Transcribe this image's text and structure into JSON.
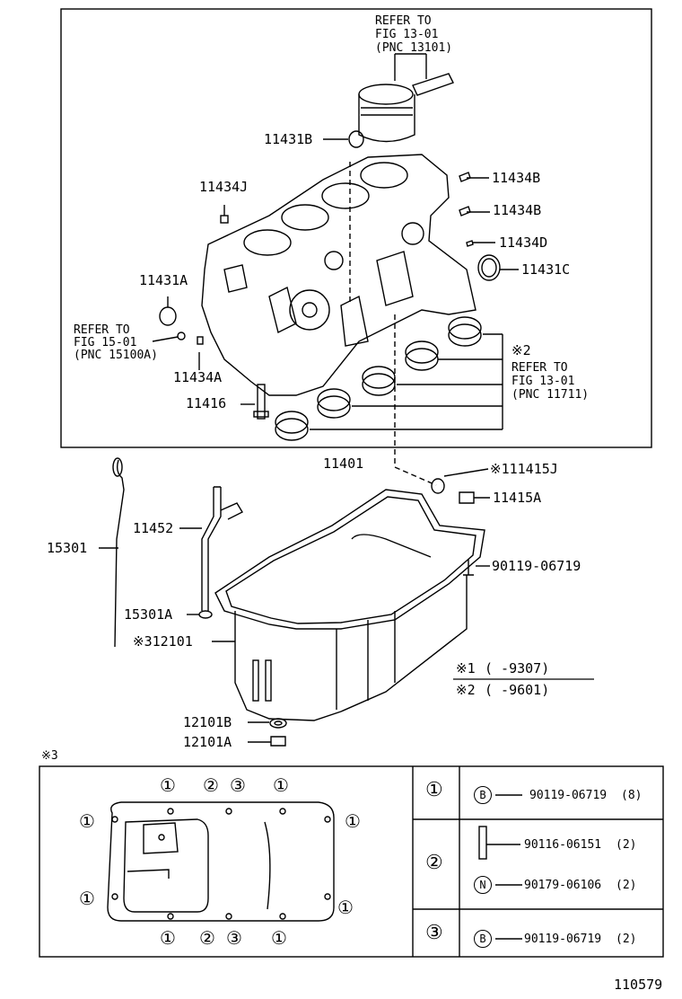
{
  "refs": {
    "piston_ref": [
      "REFER TO",
      "FIG 13-01",
      "(PNC 13101)"
    ],
    "fig15_ref": [
      "REFER TO",
      "FIG 15-01",
      "(PNC 15100A)"
    ],
    "bearing_ref": [
      "REFER TO",
      "FIG 13-01",
      "(PNC 11711)"
    ]
  },
  "parts": {
    "p11431B": "11431B",
    "p11434J": "11434J",
    "p11434B_1": "11434B",
    "p11434B_2": "11434B",
    "p11434D": "11434D",
    "p11431C": "11431C",
    "p11431A": "11431A",
    "p11434A": "11434A",
    "p11416": "11416",
    "p11401": "11401",
    "p111415J": "※111415J",
    "p11415A": "11415A",
    "p15301": "15301",
    "p11452": "11452",
    "p90119": "90119-06719",
    "p15301A": "15301A",
    "p312101": "※312101",
    "p12101B": "12101B",
    "p12101A": "12101A",
    "mark2": "※2"
  },
  "notes": {
    "n1_key": "※1",
    "n1_val": "(      -9307)",
    "n2_key": "※2",
    "n2_val": "(      -9601)"
  },
  "legend": {
    "title": "※3",
    "rows": [
      {
        "num": "①",
        "items": [
          {
            "letter": "B",
            "part": "90119-06719",
            "qty": "(8)"
          }
        ]
      },
      {
        "num": "②",
        "items": [
          {
            "letter": "",
            "part": "90116-06151",
            "qty": "(2)"
          },
          {
            "letter": "N",
            "part": "90179-06106",
            "qty": "(2)"
          }
        ]
      },
      {
        "num": "③",
        "items": [
          {
            "letter": "B",
            "part": "90119-06719",
            "qty": "(2)"
          }
        ]
      }
    ]
  },
  "pan_marks": {
    "top": [
      "①",
      "②",
      "③",
      "①"
    ],
    "bottom": [
      "①",
      "②",
      "③",
      "①"
    ],
    "side": [
      "①",
      "①",
      "①",
      "①"
    ]
  },
  "figure_id": "110579"
}
